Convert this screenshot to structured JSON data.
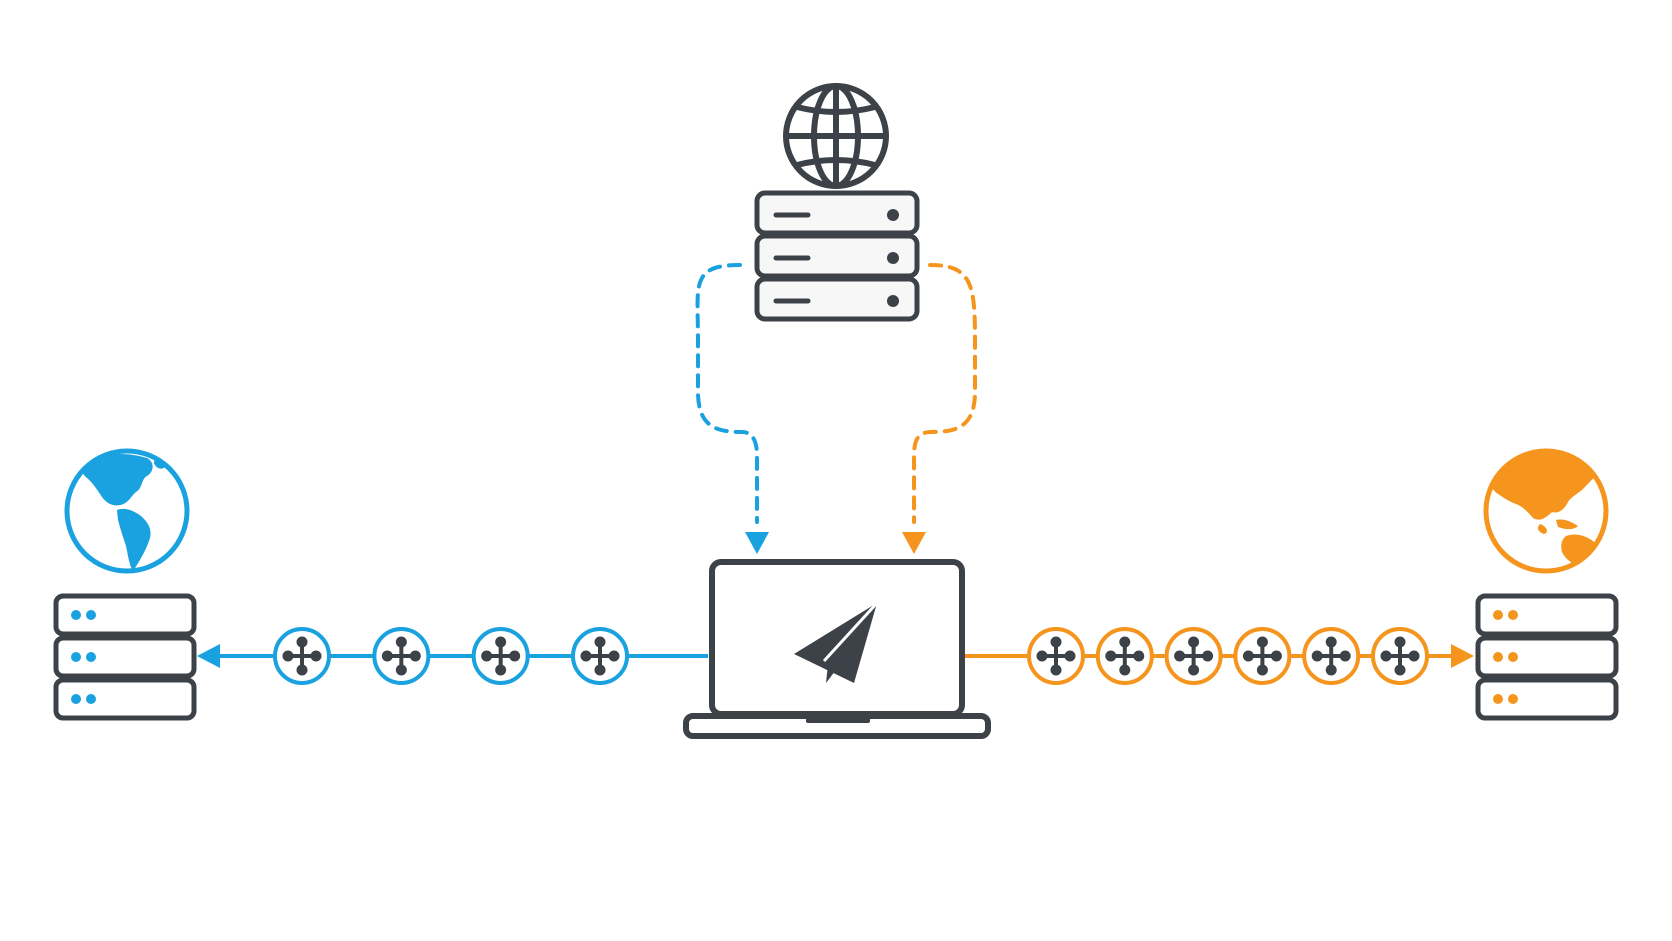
{
  "diagram": {
    "colors": {
      "left": "#1aa1e0",
      "right": "#f5951d",
      "dark": "#3d4148",
      "background": "#ffffff",
      "server_fill": "#f7f7f7"
    },
    "nodes": {
      "proxy_server": {
        "icon": "globe-server-icon"
      },
      "client_laptop": {
        "icon": "paper-plane-laptop-icon"
      },
      "left_destination": {
        "icon": "globe-americas-server-icon"
      },
      "right_destination": {
        "icon": "globe-asia-oceania-server-icon"
      }
    },
    "paths": {
      "left": {
        "relay_count": 4,
        "direction": "to-left-destination",
        "style": "solid"
      },
      "right": {
        "relay_count": 6,
        "direction": "to-right-destination",
        "style": "solid"
      },
      "left_config": {
        "style": "dashed",
        "direction": "server-to-laptop"
      },
      "right_config": {
        "style": "dashed",
        "direction": "server-to-laptop"
      }
    },
    "relay_icon": "relay-node-icon"
  }
}
